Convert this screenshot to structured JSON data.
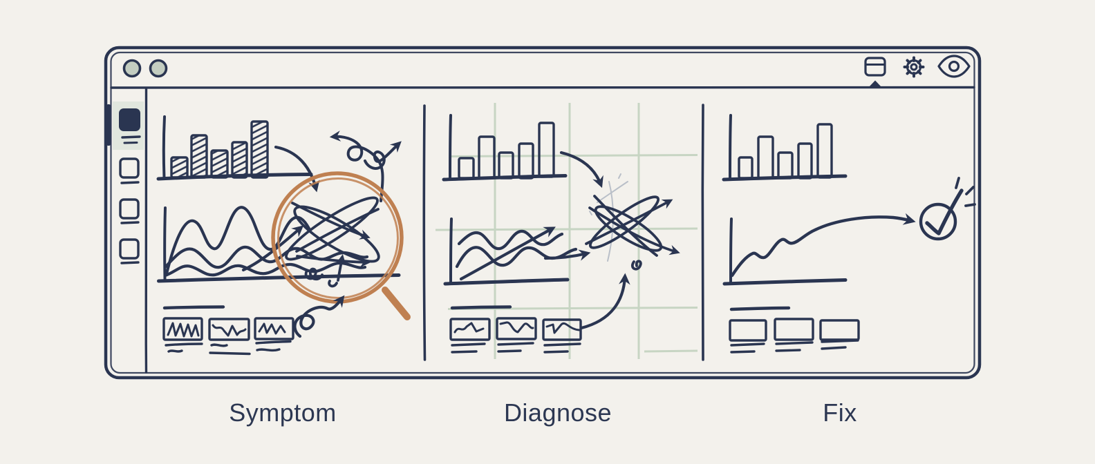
{
  "steps": [
    {
      "id": "symptom",
      "label": "Symptom"
    },
    {
      "id": "diagnose",
      "label": "Diagnose"
    },
    {
      "id": "fix",
      "label": "Fix"
    }
  ],
  "window": {
    "titlebar": {
      "window_controls": [
        "control-dot",
        "control-dot"
      ],
      "toolbar_icons": [
        "browser-tab-icon",
        "gear-icon",
        "eye-icon"
      ],
      "active_tab_notch": true
    },
    "sidebar": {
      "items": [
        {
          "icon": "filled-square-icon",
          "state": "active"
        },
        {
          "icon": "outline-square-icon",
          "state": "inactive"
        },
        {
          "icon": "outline-square-icon",
          "state": "inactive"
        },
        {
          "icon": "outline-square-icon",
          "state": "inactive"
        }
      ]
    }
  },
  "panel_content": {
    "symptom": [
      "hatched-bar-chart",
      "tangled-line-chart",
      "magnifier-over-scribble",
      "three-scribbled-cards",
      "loop-arrows"
    ],
    "diagnose": [
      "outline-bar-chart",
      "green-grid",
      "crossing-line-chart",
      "scribble-with-arrows",
      "three-line-cards",
      "curved-arrow"
    ],
    "fix": [
      "outline-bar-chart",
      "rising-line-to-checkmark",
      "circled-checkmark",
      "three-clean-cards"
    ]
  },
  "colors": {
    "background": "#f3f1ec",
    "ink": "#2a3551",
    "magnifier_orange": "#bf8051",
    "grid_green": "#c7d5c3",
    "control_dot_fill": "#c3cdc1",
    "sidebar_active_bg": "#e1e7de",
    "pencil_gray": "#b9bfc8"
  }
}
